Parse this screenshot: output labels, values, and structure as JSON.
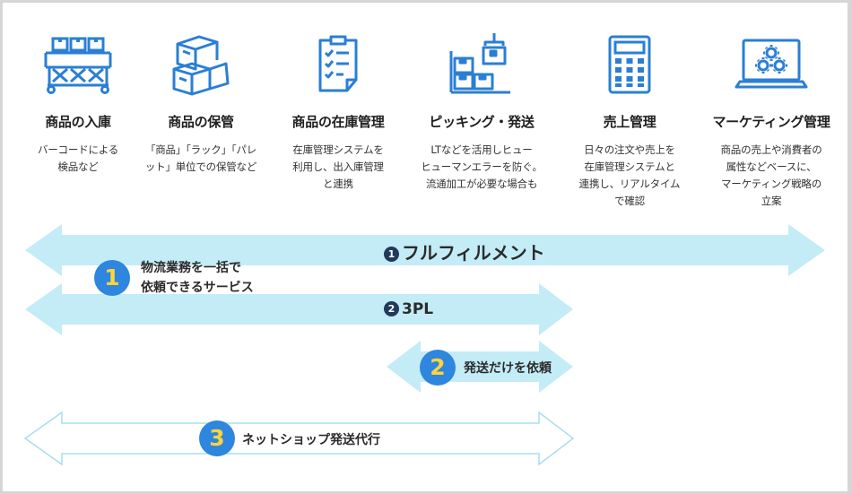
{
  "columns": [
    {
      "title": "商品の入庫",
      "desc": "バーコードによる\n検品など",
      "icon": "inbound-rack-icon"
    },
    {
      "title": "商品の保管",
      "desc": "「商品」「ラック」「パレ\nット」単位での保管など",
      "icon": "stacked-boxes-icon"
    },
    {
      "title": "商品の在庫管理",
      "desc": "在庫管理システムを\n利用し、出入庫管理\nと連携",
      "icon": "clipboard-checklist-icon"
    },
    {
      "title": "ピッキング・発送",
      "desc": "LTなどを活用しヒュー\nヒューマンエラーを防ぐ。\n流通加工が必要な場合も",
      "icon": "crane-boxes-icon"
    },
    {
      "title": "売上管理",
      "desc": "日々の注文や売上を\n在庫管理システムと\n連携し、リアルタイム\nで確認",
      "icon": "calculator-icon"
    },
    {
      "title": "マーケティング管理",
      "desc": "商品の売上や消費者の\n属性などベースに、\nマーケティング戦略の\n立案",
      "icon": "laptop-gears-icon"
    }
  ],
  "bars": {
    "fulfillment": {
      "num": "1",
      "label": "フルフィルメント"
    },
    "threepl": {
      "num": "2",
      "label": "3PL"
    },
    "shipping": {
      "label": "発送だけを依頼"
    },
    "netshop": {
      "label": "ネットショップ発送代行"
    }
  },
  "badges": {
    "one": "1",
    "one_text_line1": "物流業務を一括で",
    "one_text_line2": "依頼できるサービス",
    "two": "2",
    "three": "3"
  },
  "colors": {
    "icon_blue": "#2a7fd4",
    "arrow_fill": "#c3ecf6",
    "arrow_outline": "#a8ddf0",
    "badge_blue": "#2e86de",
    "badge_num": "#ffd43b"
  }
}
